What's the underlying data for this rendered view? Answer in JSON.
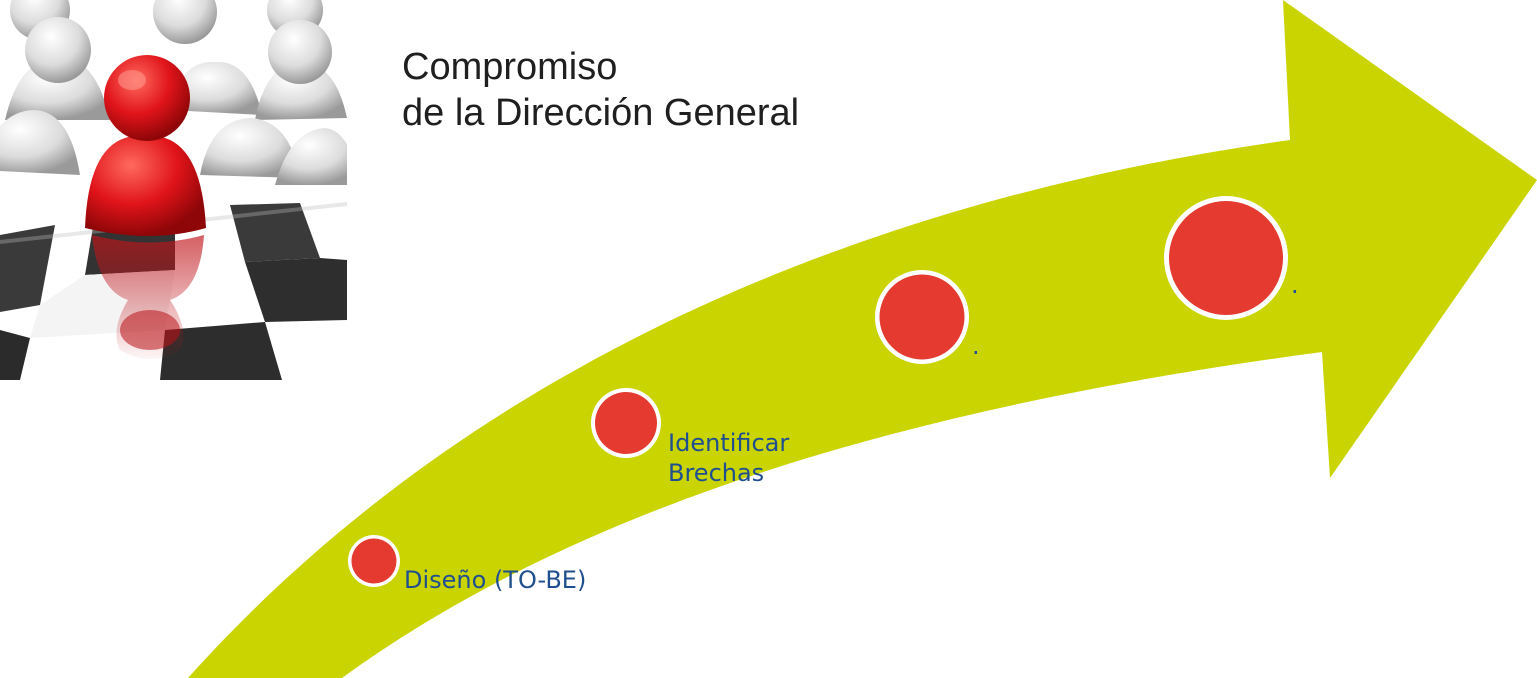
{
  "title_lines": [
    "Compromiso",
    "de la Dirección General"
  ],
  "colors": {
    "arrow": "#c9d400",
    "step_circle": "#e43a2f",
    "step_ring": "#ffffff",
    "label_text": "#1f4f8f",
    "title_text": "#1f1f1f",
    "leader_piece": "#d8161a",
    "pieces": "#e8e8e8",
    "board_dark": "#303030"
  },
  "steps": [
    {
      "label": "Diseño (TO-BE)"
    },
    {
      "label": "Identificar Brechas"
    },
    {
      "label": "."
    },
    {
      "label": "."
    }
  ],
  "image": {
    "icon": "chess-leader-red-pawn-icon"
  }
}
